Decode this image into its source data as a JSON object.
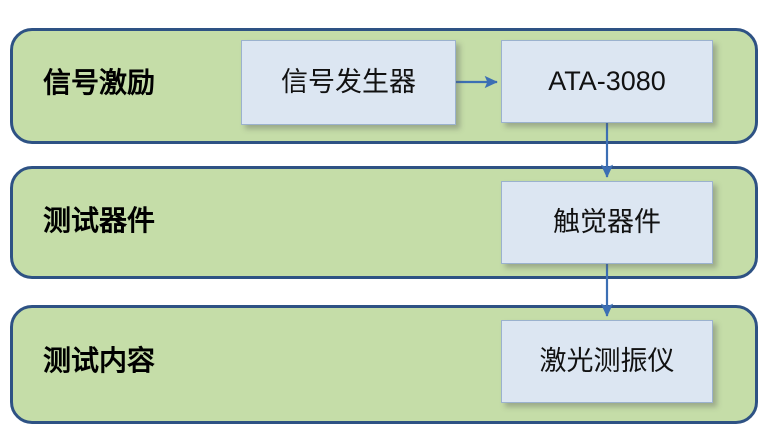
{
  "diagram": {
    "title": "",
    "colors": {
      "band_fill": "#C5DDA8",
      "band_border": "#2E5284",
      "node_fill": "#DCE6F2",
      "node_border": "#9BB2CE",
      "arrow": "#3C6FB4",
      "text": "#000000",
      "background": "#FFFFFF"
    },
    "stages": [
      {
        "label": "信号激励"
      },
      {
        "label": "测试器件"
      },
      {
        "label": "测试内容"
      }
    ],
    "nodes": [
      {
        "id": "signal-generator",
        "label": "信号发生器"
      },
      {
        "id": "ata-3080",
        "label": "ATA-3080"
      },
      {
        "id": "tactile-device",
        "label": "触觉器件"
      },
      {
        "id": "laser-vibrometer",
        "label": "激光测振仪"
      }
    ],
    "connections": [
      {
        "from": "signal-generator",
        "to": "ata-3080",
        "direction": "right"
      },
      {
        "from": "ata-3080",
        "to": "tactile-device",
        "direction": "down"
      },
      {
        "from": "tactile-device",
        "to": "laser-vibrometer",
        "direction": "down"
      }
    ]
  }
}
